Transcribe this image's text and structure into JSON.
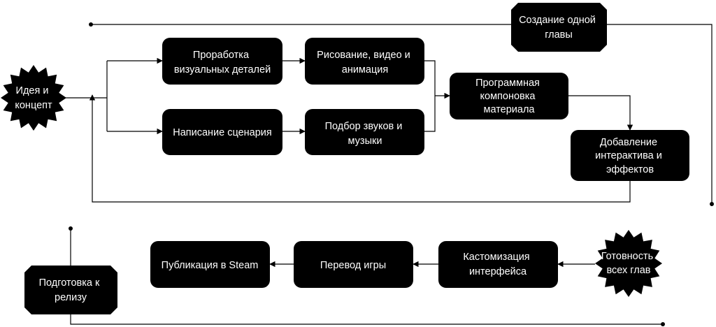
{
  "nodes": {
    "idea": [
      "Идея и",
      "концепт"
    ],
    "visual": [
      "Проработка",
      "визуальных деталей"
    ],
    "script": [
      "Написание сценария"
    ],
    "drawing": [
      "Рисование, видео и",
      "анимация"
    ],
    "sound": [
      "Подбор звуков и",
      "музыки"
    ],
    "layout": [
      "Программная",
      "компоновка",
      "материала"
    ],
    "interactive": [
      "Добавление",
      "интерактива и",
      "эффектов"
    ],
    "chapter_label": [
      "Создание одной",
      "главы"
    ],
    "ready": [
      "Готовность",
      "всех глав"
    ],
    "customize": [
      "Кастомизация",
      "интерфейса"
    ],
    "translate": [
      "Перевод игры"
    ],
    "publish": [
      "Публикация в Steam"
    ],
    "release_label": [
      "Подготовка к",
      "релизу"
    ]
  }
}
